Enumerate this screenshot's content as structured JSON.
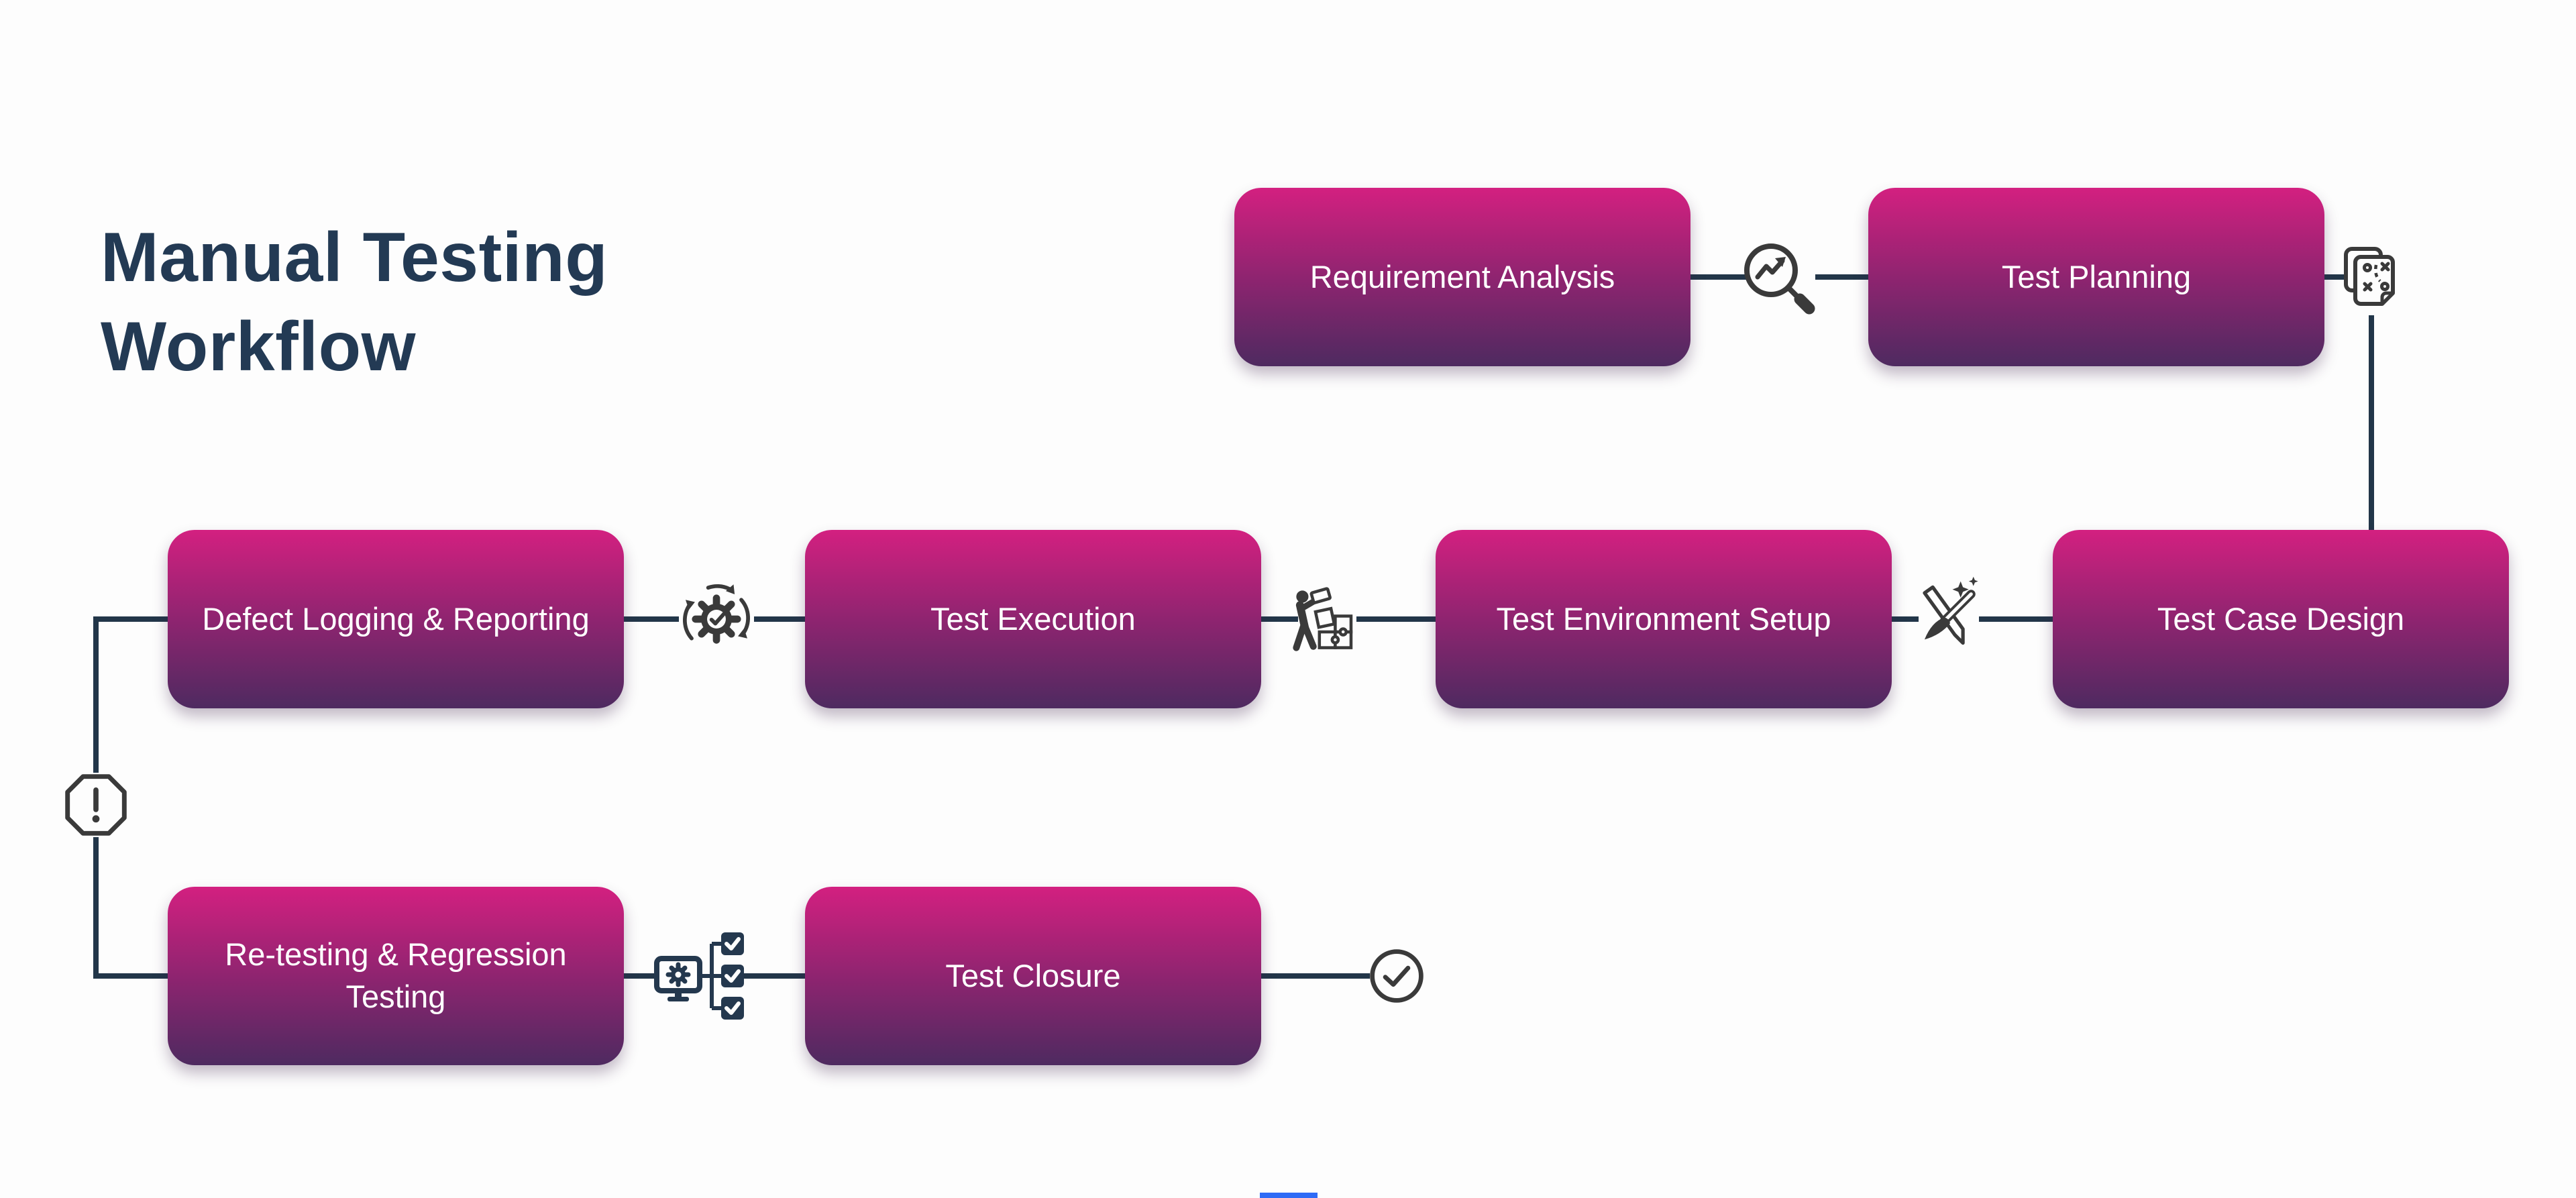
{
  "title": "Manual Testing Workflow",
  "nodes": [
    {
      "id": "requirement-analysis",
      "label": "Requirement Analysis"
    },
    {
      "id": "test-planning",
      "label": "Test Planning"
    },
    {
      "id": "test-case-design",
      "label": "Test Case Design"
    },
    {
      "id": "test-environment-setup",
      "label": "Test Environment Setup"
    },
    {
      "id": "test-execution",
      "label": "Test Execution"
    },
    {
      "id": "defect-logging-reporting",
      "label": "Defect Logging & Reporting"
    },
    {
      "id": "re-testing-regression-testing",
      "label": "Re-testing & Regression Testing"
    },
    {
      "id": "test-closure",
      "label": "Test Closure"
    }
  ],
  "edges": [
    {
      "from": "requirement-analysis",
      "to": "test-planning"
    },
    {
      "from": "test-planning",
      "to": "test-case-design"
    },
    {
      "from": "test-case-design",
      "to": "test-environment-setup"
    },
    {
      "from": "test-environment-setup",
      "to": "test-execution"
    },
    {
      "from": "test-execution",
      "to": "defect-logging-reporting"
    },
    {
      "from": "defect-logging-reporting",
      "to": "re-testing-regression-testing"
    },
    {
      "from": "re-testing-regression-testing",
      "to": "test-closure"
    },
    {
      "from": "test-closure",
      "to": "completion"
    }
  ],
  "icons": [
    {
      "name": "search-trend-icon",
      "between": [
        "requirement-analysis",
        "test-planning"
      ]
    },
    {
      "name": "strategy-sheet-icon",
      "between": [
        "test-planning",
        "test-case-design"
      ]
    },
    {
      "name": "pencil-brush-design-icon",
      "between": [
        "test-environment-setup",
        "test-case-design"
      ]
    },
    {
      "name": "person-puzzle-icon",
      "between": [
        "test-execution",
        "test-environment-setup"
      ]
    },
    {
      "name": "gear-sync-check-icon",
      "between": [
        "defect-logging-reporting",
        "test-execution"
      ]
    },
    {
      "name": "warning-octagon-icon",
      "between": [
        "defect-logging-reporting",
        "re-testing-regression-testing"
      ]
    },
    {
      "name": "monitor-checklist-icon",
      "between": [
        "re-testing-regression-testing",
        "test-closure"
      ]
    },
    {
      "name": "check-circle-icon",
      "between": [
        "test-closure",
        "completion"
      ]
    }
  ],
  "colors": {
    "node_gradient_top": "#d32080",
    "node_gradient_bottom": "#4e2a60",
    "node_text": "#ffffff",
    "connector": "#223649",
    "title": "#233a54",
    "icon_stroke": "#3a3a3a",
    "checklist_icon": "#24384e",
    "bottom_accent_strip": "#2e6bf6",
    "background": "#fdfdfd"
  }
}
